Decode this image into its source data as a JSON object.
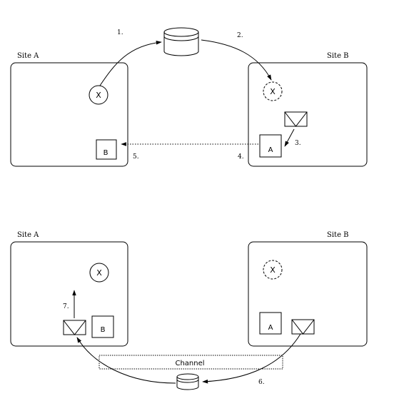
{
  "panel_top": {
    "site_a": {
      "title": "Site A",
      "x_label": "X",
      "box_label": "B"
    },
    "site_b": {
      "title": "Site B",
      "x_label": "X",
      "box_label": "A"
    },
    "steps": [
      "1.",
      "2.",
      "3.",
      "4.",
      "5."
    ]
  },
  "panel_bottom": {
    "site_a": {
      "title": "Site A",
      "x_label": "X",
      "box_label": "B"
    },
    "site_b": {
      "title": "Site B",
      "x_label": "X",
      "box_label": "A"
    },
    "channel_label": "Channel",
    "steps": [
      "6.",
      "7."
    ]
  },
  "colors": {
    "stroke": "#000000",
    "background": "#ffffff"
  }
}
